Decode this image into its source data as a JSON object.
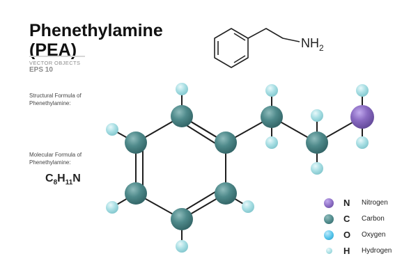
{
  "header": {
    "title_line1": "Phenethylamine",
    "title_line2": "(PEA)",
    "vector_objects": "VECTOR OBJECTS",
    "eps": "EPS 10"
  },
  "labels": {
    "structural": "Structural Formula of Phenethylamine:",
    "molecular": "Molecular Formula of Phenethylamine:"
  },
  "formula": {
    "c": "C",
    "c_count": "8",
    "h": "H",
    "h_count": "11",
    "n": "N"
  },
  "skeletal": {
    "nh": "NH",
    "nh_sub": "2"
  },
  "legend": [
    {
      "symbol": "N",
      "name": "Nitrogen",
      "color": "#8a6bc2"
    },
    {
      "symbol": "C",
      "name": "Carbon",
      "color": "#4f8a8b"
    },
    {
      "symbol": "O",
      "name": "Oxygen",
      "color": "#52c3ea"
    },
    {
      "symbol": "H",
      "name": "Hydrogen",
      "color": "#a9dfe4"
    }
  ],
  "colors": {
    "carbon": "#4f8a8b",
    "nitrogen": "#8a6bc2",
    "hydrogen": "#a9dfe4",
    "oxygen": "#52c3ea"
  }
}
